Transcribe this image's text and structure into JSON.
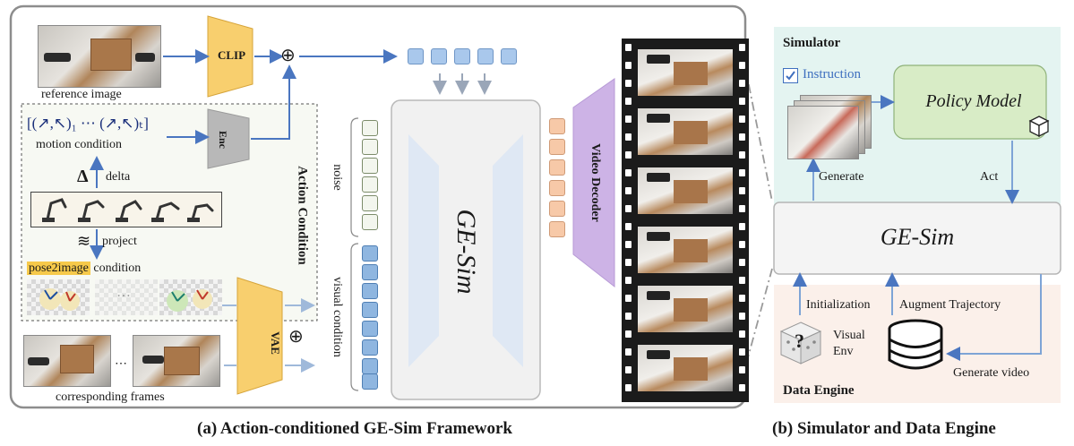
{
  "left": {
    "reference_image_label": "reference image",
    "clip_label": "CLIP",
    "enc_label": "Enc",
    "vae_label": "VAE",
    "motion_formula": "[(↗,↖)₁ ⋯ (↗,↖)ₜ]",
    "motion_condition_label": "motion condition",
    "delta_symbol": "Δ",
    "delta_label": "delta",
    "project_label": "project",
    "pose2image_highlight": "pose2image",
    "pose2image_rest": " condition",
    "ellipsis": "…",
    "action_condition_label": "Action Condition",
    "corresponding_frames_label": "corresponding frames",
    "frame_dots": "⋯",
    "noise_label": "noise",
    "visual_condition_label": "visual condition",
    "gesim_label": "GE-Sim",
    "video_decoder_label": "Video Decoder",
    "oplus": "⊕",
    "caption": "(a) Action-conditioned GE-Sim Framework"
  },
  "right": {
    "simulator_title": "Simulator",
    "instruction_label": "Instruction",
    "policy_model_label": "Policy Model",
    "generate_label": "Generate",
    "act_label": "Act",
    "gesim_label": "GE-Sim",
    "initialization_label": "Initialization",
    "augment_trajectory_label": "Augment Trajectory",
    "visual_env_label": "Visual\nEnv",
    "dice_symbol": "?",
    "generate_video_label": "Generate video",
    "data_engine_title": "Data Engine",
    "caption": "(b) Simulator and Data Engine"
  },
  "colors": {
    "encoder_yellow": "#f8cf6e",
    "enc_gray": "#b8b8b8",
    "token_blue": "#a9c8ec",
    "token_peach": "#f7c9a8",
    "decoder_purple": "#cdb3e6",
    "simulator_bg": "#e4f4f1",
    "policy_green": "#d8ecc6",
    "data_engine_bg": "#fbf0ea",
    "arrow_blue": "#4a76c0"
  }
}
